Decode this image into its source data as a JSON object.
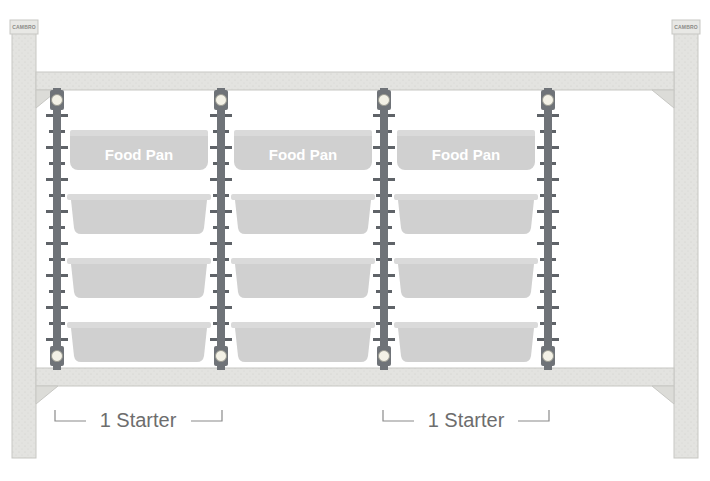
{
  "diagram": {
    "nodes": [
      {
        "text": [
          "Food Pan"
        ]
      },
      {
        "text": [
          "Food Pan"
        ]
      },
      {
        "text": [
          "Food Pan"
        ]
      }
    ],
    "labels": [
      "CAMBRO",
      "CAMBRO",
      "1 Starter",
      "1 Starter"
    ]
  }
}
